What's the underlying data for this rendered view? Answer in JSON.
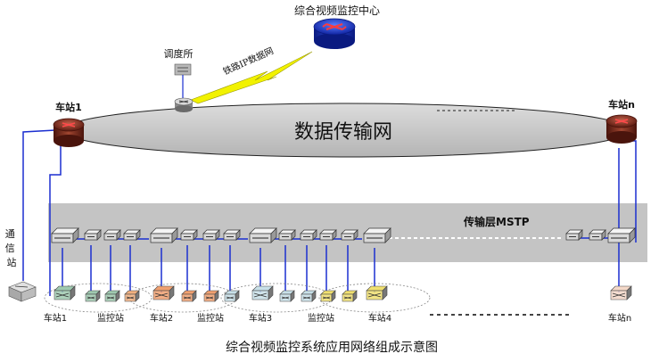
{
  "diagram": {
    "center_title": "综合视频监控中心",
    "dispatch_label": "调度所",
    "railway_ip_label": "铁路IP数据网",
    "transport_net_label": "数据传输网",
    "station1_label": "车站1",
    "stationn_label": "车站n",
    "comm_station_label": "通信站",
    "mstp_label": "传输层MSTP",
    "bottom_labels": {
      "station1": "车站1",
      "monitor1": "监控站",
      "station2": "车站2",
      "monitor2": "监控站",
      "station3": "车站3",
      "monitor3": "监控站",
      "station4": "车站4",
      "stationn": "车站n"
    },
    "caption": "综合视频监控系统应用网络组成示意图"
  },
  "colors": {
    "link_blue": "#1b2fd0",
    "ellipse_fill": "#c8c8c8",
    "mstp_band": "#c4c4c4",
    "router_center": "#1a3cc8",
    "router_station": "#7a2b1e",
    "bolt_yellow": "#f2f200"
  }
}
